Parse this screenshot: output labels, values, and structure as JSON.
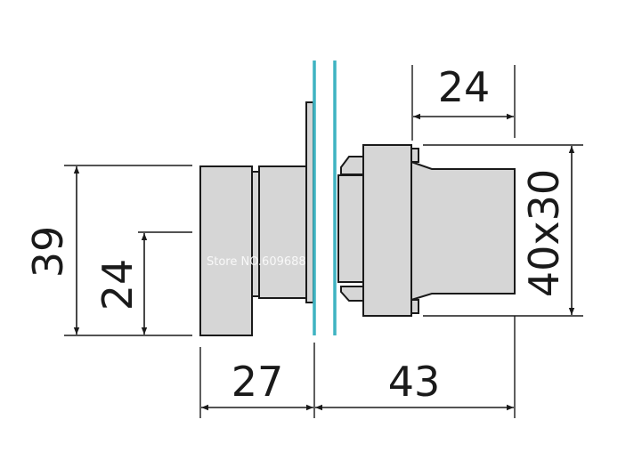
{
  "diagram": {
    "colors": {
      "background": "#ffffff",
      "line": "#1a1a1a",
      "part_fill": "#d6d6d6",
      "panel": "#3fb3c2"
    },
    "dimensions": {
      "overall_height": "39",
      "button_height": "24",
      "front_depth": "27",
      "rear_depth": "43",
      "top_width": "24",
      "body_section": "40x30"
    },
    "watermark": "Store NO.609688"
  }
}
